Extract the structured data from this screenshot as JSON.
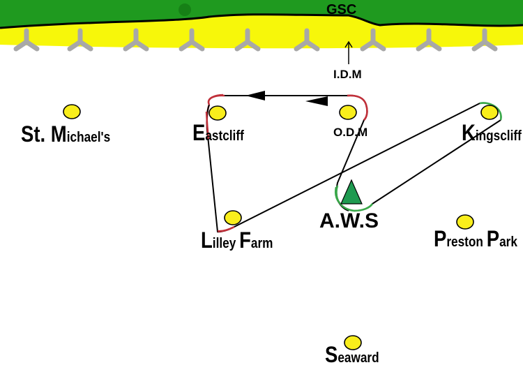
{
  "header": {
    "label": "GSC"
  },
  "markers": {
    "idm": "I.D.M",
    "odm": "O.D.M",
    "aws": "A.W.S"
  },
  "locations": {
    "st_michaels": {
      "initial": "St. M",
      "rest": "ichael's"
    },
    "eastcliff": {
      "initial": "E",
      "rest": "astcliff"
    },
    "kingscliff": {
      "initial": "K",
      "rest": "ingscliff"
    },
    "lilley_farm": {
      "initial1": "L",
      "rest1": "illey ",
      "initial2": "F",
      "rest2": "arm"
    },
    "preston_park": {
      "initial1": "P",
      "rest1": "reston ",
      "initial2": "P",
      "rest2": "ark"
    },
    "seaward": {
      "initial": "S",
      "rest": "eaward"
    }
  },
  "colors": {
    "grass": "#1f9a1f",
    "sand": "#f7f70a",
    "buoy": "#a8a8a8",
    "marker_fill": "#f9ee1c",
    "aws_fill": "#1f9a50",
    "red_loop": "#c0303a",
    "green_loop": "#3aa84a",
    "route": "#000000"
  },
  "icons": {
    "buoy": "tripod-buoy-icon",
    "marker": "circle-marker-icon",
    "aws": "triangle-icon",
    "arrow": "arrow-up-icon"
  }
}
